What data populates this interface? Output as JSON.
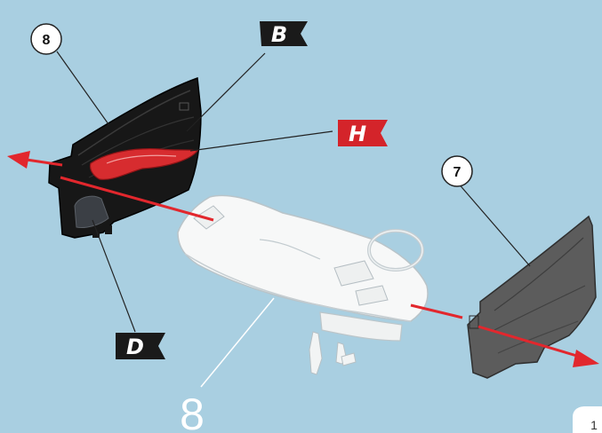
{
  "callouts": {
    "part_left": "8",
    "part_right": "7",
    "step_number": "8"
  },
  "flags": {
    "b": {
      "label": "B",
      "color": "#1a1a1a"
    },
    "h": {
      "label": "H",
      "color": "#d4242a"
    },
    "d": {
      "label": "D",
      "color": "#1a1a1a"
    }
  },
  "colors": {
    "background": "#a9cfe1",
    "arrow": "#e2272d",
    "door_left": "#161616",
    "door_right": "#5b5b5b",
    "dashboard": "#f7f8f8",
    "handle": "#d72c2f"
  },
  "page_corner": "1"
}
